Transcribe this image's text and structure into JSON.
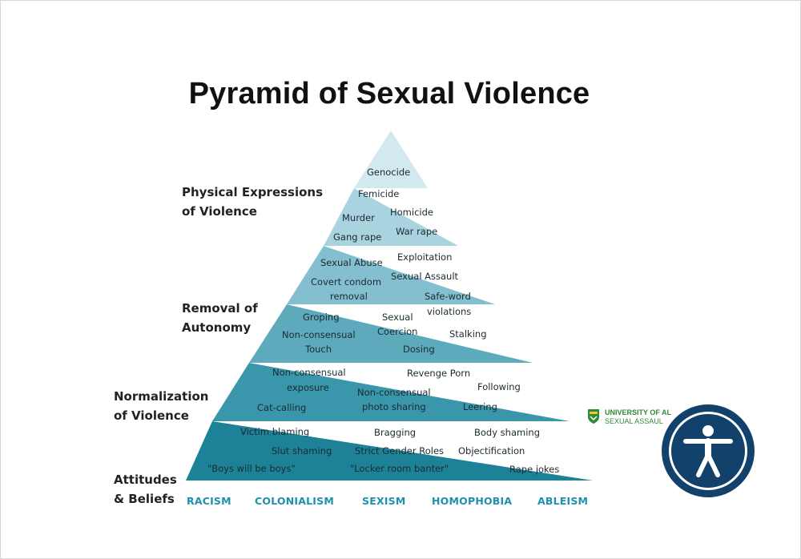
{
  "title": "Pyramid of Sexual Violence",
  "levels": [
    {
      "line1": "Physical Expressions",
      "line2": "of Violence"
    },
    {
      "line1": "Removal of",
      "line2": "Autonomy"
    },
    {
      "line1": "Normalization",
      "line2": "of Violence"
    },
    {
      "line1": "Attitudes",
      "line2": "& Beliefs"
    }
  ],
  "items": {
    "genocide": "Genocide",
    "femicide": "Femicide",
    "murder": "Murder",
    "homicide": "Homicide",
    "gang_rape": "Gang rape",
    "war_rape": "War rape",
    "sexual_abuse": "Sexual Abuse",
    "exploitation": "Exploitation",
    "covert_condom_1": "Covert condom",
    "covert_condom_2": "removal",
    "sexual_assault": "Sexual Assault",
    "safe_word_1": "Safe-word",
    "safe_word_2": "violations",
    "groping": "Groping",
    "sexual_coercion_1": "Sexual",
    "sexual_coercion_2": "Coercion",
    "stalking": "Stalking",
    "nc_touch_1": "Non-consensual",
    "nc_touch_2": "Touch",
    "dosing": "Dosing",
    "nc_exposure_1": "Non-consensual",
    "nc_exposure_2": "exposure",
    "revenge_porn": "Revenge Porn",
    "following": "Following",
    "nc_photo_1": "Non-consensual",
    "nc_photo_2": "photo sharing",
    "cat_calling": "Cat-calling",
    "leering": "Leering",
    "victim_blaming": "Victim blaming",
    "bragging": "Bragging",
    "body_shaming": "Body shaming",
    "slut_shaming": "Slut shaming",
    "strict_gender_roles": "Strict Gender Roles",
    "objectification": "Objectification",
    "boys_will_be_boys": "\"Boys will be boys\"",
    "locker_room_banter": "\"Locker room banter\"",
    "rape_jokes": "Rape jokes"
  },
  "roots": [
    "RACISM",
    "COLONIALISM",
    "SEXISM",
    "HOMOPHOBIA",
    "ABLEISM"
  ],
  "logo": {
    "line1": "UNIVERSITY OF AL",
    "line2": "SEXUAL ASSAUL"
  },
  "colors": {
    "band1": "#d2e9ef",
    "band2": "#a9d3de",
    "band3": "#83bfcf",
    "band4": "#5daabd",
    "band5": "#3a96ab",
    "band6": "#1d8298",
    "roots": "#1f8fae",
    "a11y_bg": "#12416b",
    "logo_green": "#2f8a35"
  }
}
